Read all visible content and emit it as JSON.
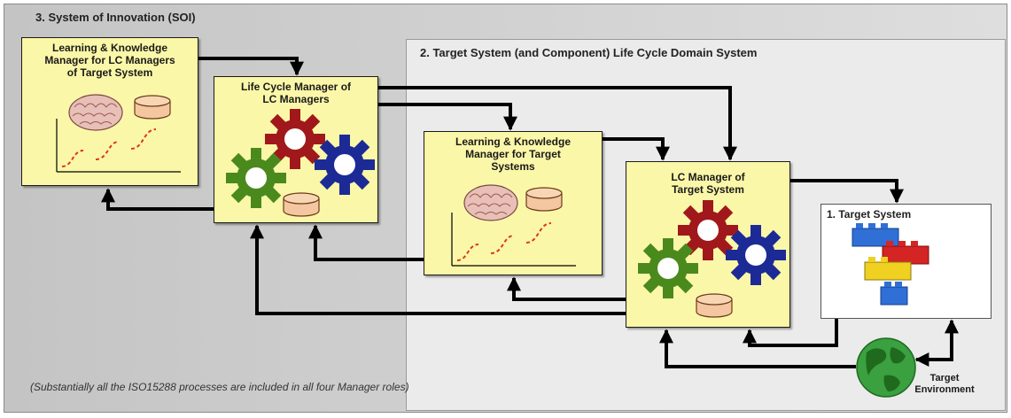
{
  "soi": {
    "title": "3.  System of Innovation (SOI)"
  },
  "domain": {
    "title": "2.  Target System (and Component)  Life Cycle Domain System"
  },
  "lk_lc_managers": {
    "line1": "Learning & Knowledge",
    "line2": "Manager for LC Managers",
    "line3": "of Target System"
  },
  "lcm_lc_managers": {
    "line1": "Life Cycle Manager of",
    "line2": "LC Managers"
  },
  "lk_target": {
    "line1": "Learning & Knowledge",
    "line2": "Manager for Target",
    "line3": "Systems"
  },
  "lcm_target": {
    "line1": "LC Manager of",
    "line2": "Target System"
  },
  "target_system": {
    "title": "1. Target System"
  },
  "environment": {
    "line1": "Target",
    "line2": "Environment"
  },
  "note": "(Substantially all the ISO15288 processes are included in all four Manager roles)",
  "colors": {
    "box_fill": "#fbf7a8",
    "gear_red": "#a0181c",
    "gear_green": "#4a8a1c",
    "gear_blue": "#1c2a96",
    "db_fill": "#f4c7a0",
    "curve": "#d83a1a",
    "brick_blue": "#2f6fd6",
    "brick_red": "#d42424",
    "brick_yellow": "#f0d020"
  },
  "icons": [
    "brain-icon",
    "database-icon",
    "learning-curve-icon",
    "gear-icon",
    "lego-bricks-icon",
    "globe-icon"
  ]
}
